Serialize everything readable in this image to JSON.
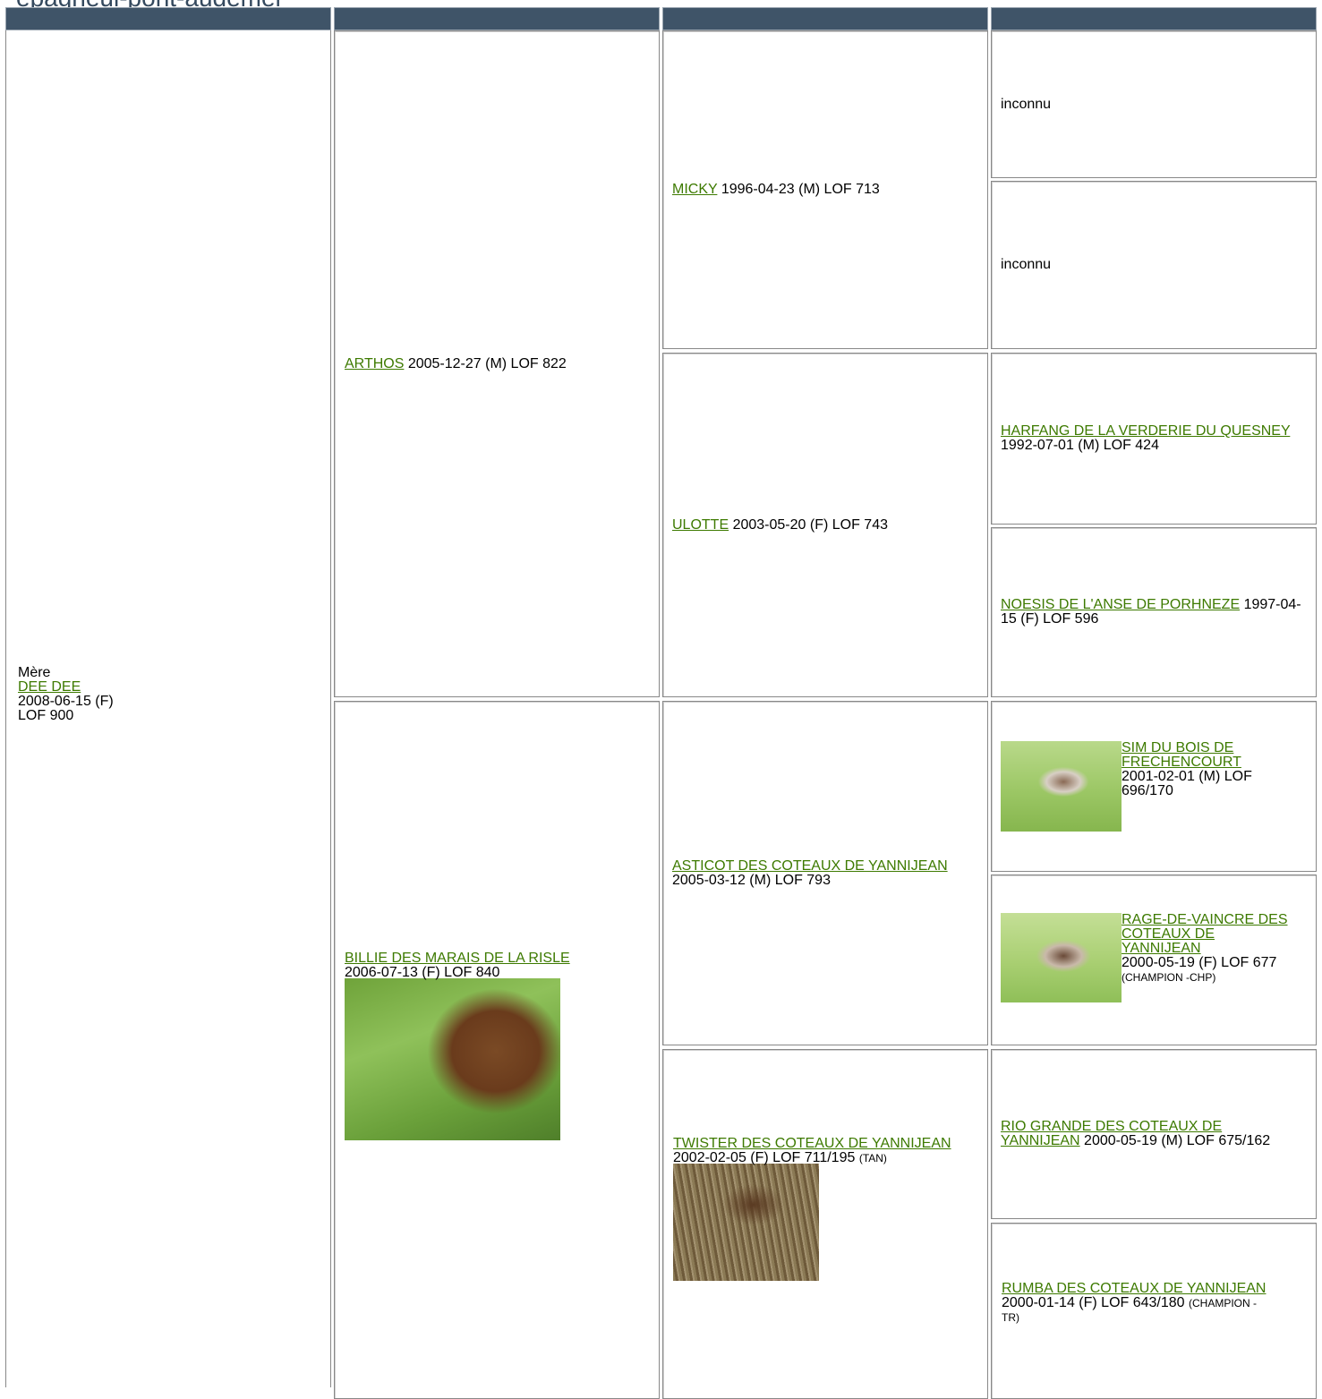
{
  "site_title": "epagneul-pont-audemer",
  "col1": {
    "relation": "Mère",
    "name": "DEE DEE",
    "date_sex": "2008-06-15 (F)",
    "lof": "LOF 900"
  },
  "arthos": {
    "name": "ARTHOS",
    "info": " 2005-12-27 (M) LOF 822"
  },
  "billie": {
    "name": "BILLIE DES MARAIS DE LA RISLE",
    "info": "2006-07-13 (F) LOF 840",
    "photo": "dog-head-photo"
  },
  "micky": {
    "name": "MICKY",
    "info": " 1996-04-23 (M) LOF 713"
  },
  "ulotte": {
    "name": "ULOTTE",
    "info": " 2003-05-20 (F) LOF 743"
  },
  "asticot": {
    "name": "ASTICOT DES COTEAUX DE YANNIJEAN",
    "info": " 2005-03-12 (M) LOF 793"
  },
  "twister": {
    "name": "TWISTER DES COTEAUX DE YANNIJEAN",
    "info": " 2002-02-05 (F) LOF 711/195 ",
    "title": "(TAN)",
    "photo": "dog-in-grass-photo"
  },
  "g4": [
    {
      "text": "inconnu"
    },
    {
      "text": "inconnu"
    },
    {
      "name": "HARFANG DE LA VERDERIE DU QUESNEY",
      "info": " 1992-07-01 (M) LOF 424"
    },
    {
      "name": "NOESIS DE L'ANSE DE PORHNEZE",
      "info": " 1997-04-15 (F) LOF 596"
    },
    {
      "name": "SIM DU BOIS DE FRECHENCOURT",
      "info": "2001-02-01 (M) LOF 696/170",
      "photo": "dog-standing-photo"
    },
    {
      "name": "RAGE-DE-VAINCRE DES COTEAUX DE YANNIJEAN",
      "info": "2000-05-19 (F) LOF 677 ",
      "title": "(CHAMPION -CHP)",
      "photo": "dog-standing-photo"
    },
    {
      "name": "RIO GRANDE DES COTEAUX DE YANNIJEAN",
      "info": " 2000-05-19 (M) LOF 675/162"
    },
    {
      "name": "RUMBA DES COTEAUX DE YANNIJEAN",
      "info": " 2000-01-14 (F) LOF 643/180 ",
      "title": "(CHAMPION -TR)"
    }
  ]
}
